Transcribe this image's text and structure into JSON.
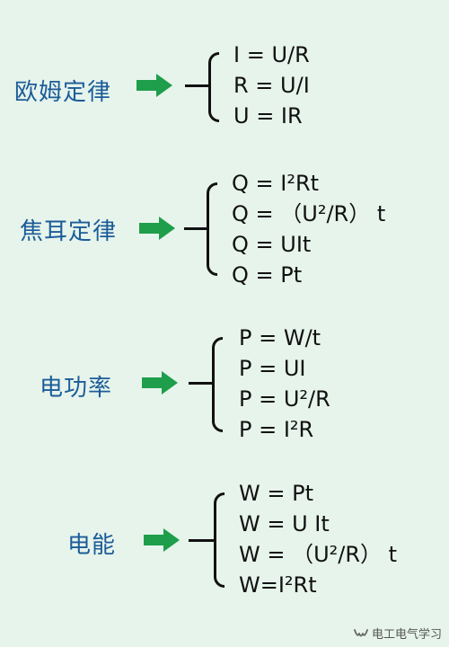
{
  "sections": [
    {
      "title": "欧姆定律",
      "formulas": [
        "I  = U/R",
        "R = U/I",
        "U = IR"
      ]
    },
    {
      "title": "焦耳定律",
      "formulas": [
        "Q = I²Rt",
        "Q = （U²/R） t",
        "Q =  UIt",
        "Q = Pt"
      ]
    },
    {
      "title": "电功率",
      "formulas": [
        "P = W/t",
        "P = UI",
        "P = U²/R",
        "P = I²R"
      ]
    },
    {
      "title": "电能",
      "formulas": [
        "W = Pt",
        "W = U It",
        "W =  （U²/R） t",
        "W=I²Rt"
      ]
    }
  ],
  "watermark": {
    "text": "电工电气学习",
    "icon": "wechat-channel-icon"
  },
  "colors": {
    "background": "#e6f4ec",
    "title": "#1c5c98",
    "arrow": "#1e9e4a",
    "text": "#111111"
  }
}
